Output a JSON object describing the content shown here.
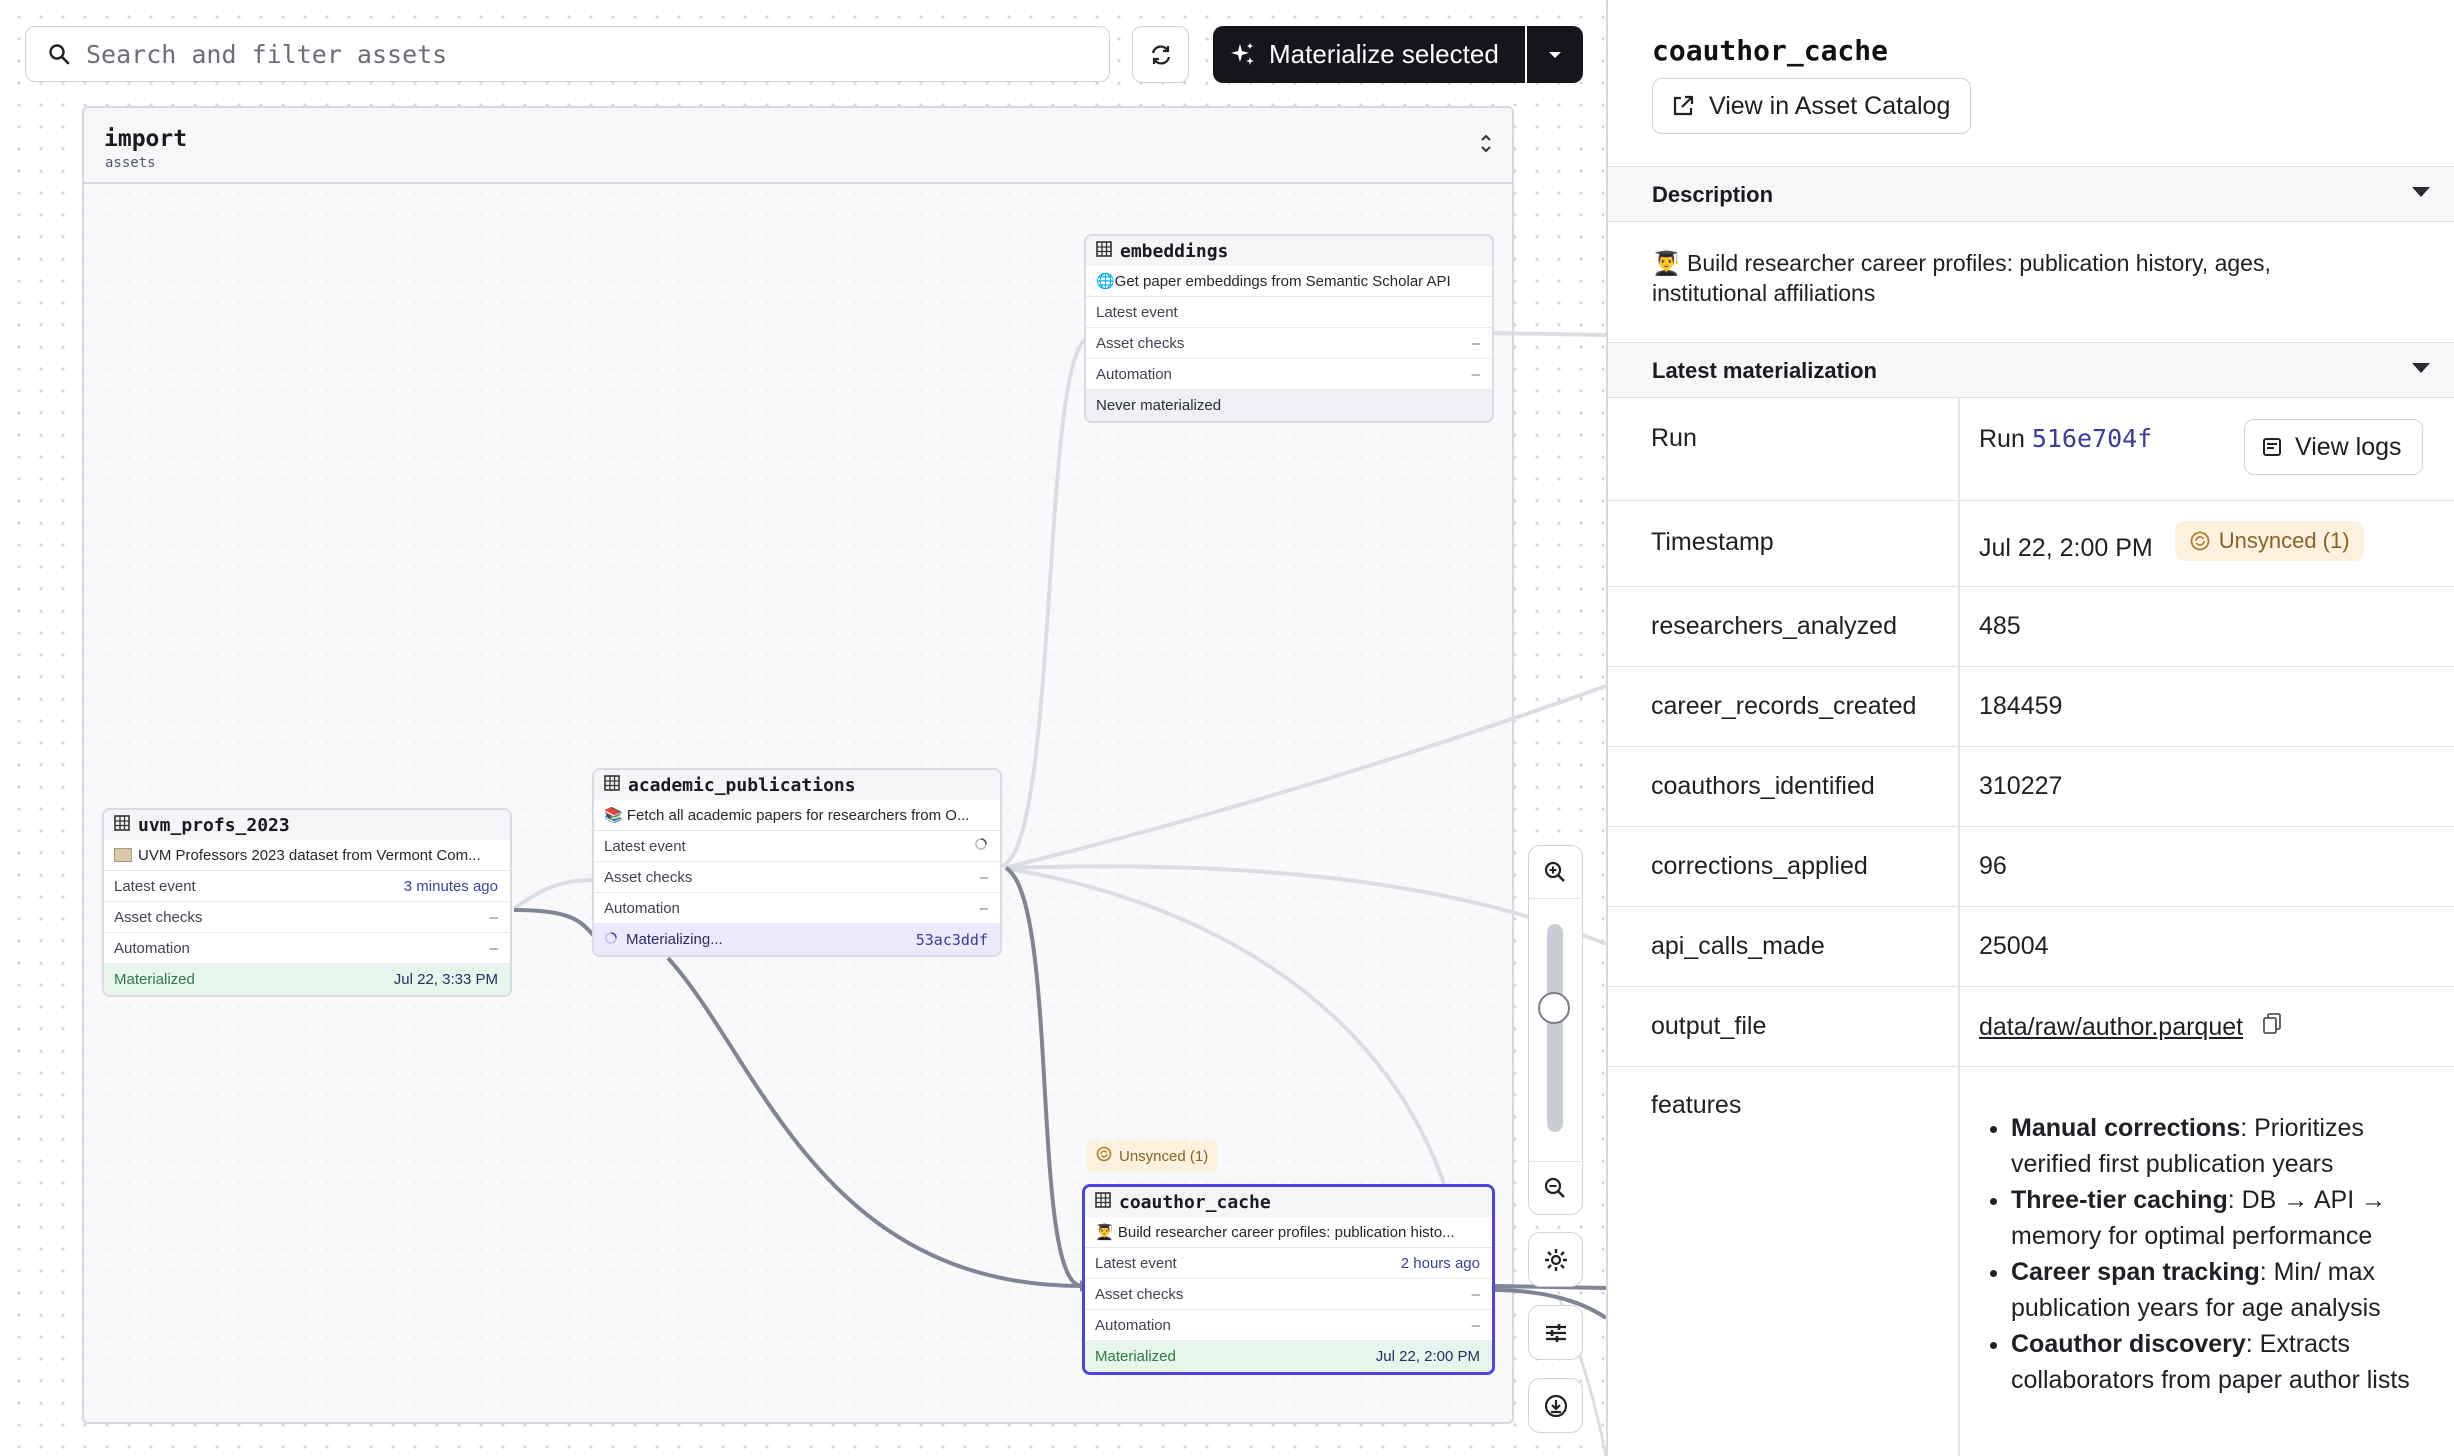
{
  "search": {
    "placeholder": "Search and filter assets"
  },
  "toolbar": {
    "materialize_label": "Materialize selected"
  },
  "group": {
    "title": "import",
    "subtitle": "assets"
  },
  "nodes": {
    "embeddings": {
      "name": "embeddings",
      "description": "🌐Get paper embeddings from Semantic Scholar API",
      "latest_event_label": "Latest event",
      "latest_event_value": "",
      "asset_checks_label": "Asset checks",
      "asset_checks_value": "–",
      "automation_label": "Automation",
      "automation_value": "–",
      "status": "Never materialized",
      "status_right": ""
    },
    "academic_publications": {
      "name": "academic_publications",
      "description": "📚 Fetch all academic papers for researchers from O...",
      "latest_event_label": "Latest event",
      "latest_event_value": "",
      "asset_checks_label": "Asset checks",
      "asset_checks_value": "–",
      "automation_label": "Automation",
      "automation_value": "–",
      "status": "Materializing...",
      "status_right": "53ac3ddf"
    },
    "uvm_profs_2023": {
      "name": "uvm_profs_2023",
      "description": "UVM Professors 2023 dataset from Vermont Com...",
      "latest_event_label": "Latest event",
      "latest_event_value": "3 minutes ago",
      "asset_checks_label": "Asset checks",
      "asset_checks_value": "–",
      "automation_label": "Automation",
      "automation_value": "–",
      "status": "Materialized",
      "status_right": "Jul 22, 3:33 PM"
    },
    "coauthor_cache": {
      "name": "coauthor_cache",
      "tag": "Unsynced (1)",
      "description": "👨‍🎓 Build researcher career profiles: publication histo...",
      "latest_event_label": "Latest event",
      "latest_event_value": "2 hours ago",
      "asset_checks_label": "Asset checks",
      "asset_checks_value": "–",
      "automation_label": "Automation",
      "automation_value": "–",
      "status": "Materialized",
      "status_right": "Jul 22, 2:00 PM"
    }
  },
  "panel": {
    "title": "coauthor_cache",
    "catalog_button": "View in Asset Catalog",
    "description_header": "Description",
    "description": "👨‍🎓 Build researcher career profiles: publication history, ages, institutional affiliations",
    "latest_header": "Latest materialization",
    "run_label": "Run",
    "run_prefix": "Run",
    "run_id": "516e704f",
    "view_logs": "View logs",
    "timestamp_label": "Timestamp",
    "timestamp_value": "Jul 22, 2:00 PM",
    "unsynced": "Unsynced (1)",
    "metadata": [
      {
        "key": "researchers_analyzed",
        "value": "485"
      },
      {
        "key": "career_records_created",
        "value": "184459"
      },
      {
        "key": "coauthors_identified",
        "value": "310227"
      },
      {
        "key": "corrections_applied",
        "value": "96"
      },
      {
        "key": "api_calls_made",
        "value": "25004"
      }
    ],
    "output_file_label": "output_file",
    "output_file_value": "data/raw/author.parquet",
    "features_label": "features",
    "features": [
      {
        "bold": "Manual corrections",
        "text": ": Prioritizes verified first publication years"
      },
      {
        "bold": "Three-tier caching",
        "text": ": DB → API → memory for optimal performance"
      },
      {
        "bold": "Career span tracking",
        "text": ": Min/ max publication years for age analysis"
      },
      {
        "bold": "Coauthor discovery",
        "text": ": Extracts collaborators from paper author lists"
      }
    ]
  },
  "colors": {
    "accent": "#4f43dd",
    "materialized_bg": "#e7f6ec",
    "unsynced_bg": "#fbf1dc",
    "dark_button": "#15151b"
  }
}
